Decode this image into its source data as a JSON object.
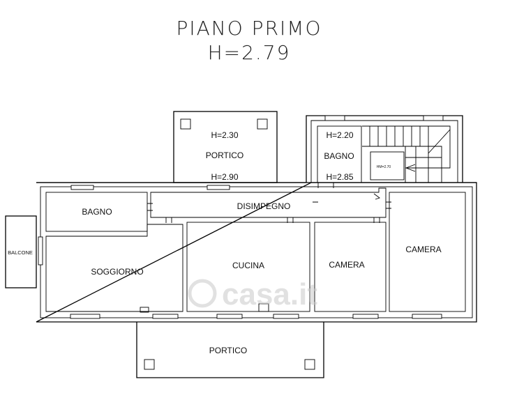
{
  "title": {
    "line1": "PIANO  PRIMO",
    "line2": "H=2.79"
  },
  "rooms": {
    "portico_top": "PORTICO",
    "portico_top_h1": "H=2.30",
    "portico_top_h2": "H=2.90",
    "bagno_top": "BAGNO",
    "bagno_top_h1": "H=2.20",
    "bagno_top_h2": "H=2.85",
    "stair_h": "HM=2.70",
    "bagno": "BAGNO",
    "disimpegno": "DISIMPEGNO",
    "balcone": "BALCONE",
    "soggiorno": "SOGGIORNO",
    "cucina": "CUCINA",
    "camera1": "CAMERA",
    "camera2": "CAMERA",
    "portico_bottom": "PORTICO"
  },
  "watermark": "casa.it"
}
